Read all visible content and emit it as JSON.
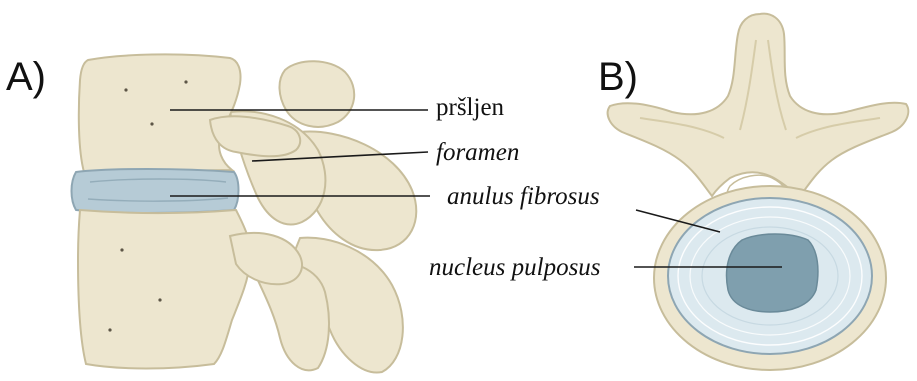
{
  "panels": [
    {
      "letter": "A)"
    },
    {
      "letter": "B)"
    }
  ],
  "labels": {
    "vertebra": "pršljen",
    "foramen": "foramen",
    "anulus": "anulus fibrosus",
    "nucleus": "nucleus pulposus"
  },
  "colors": {
    "bone": "#ede6cf",
    "bone_outline": "#c7bd9b",
    "bone_shadow": "#d6cca9",
    "disc": "#b6cbd6",
    "disc_outline": "#8ea6b3",
    "annulus": "#dce9ef",
    "nucleus": "#7f9fae",
    "leader_line": "#1a1a1a"
  }
}
